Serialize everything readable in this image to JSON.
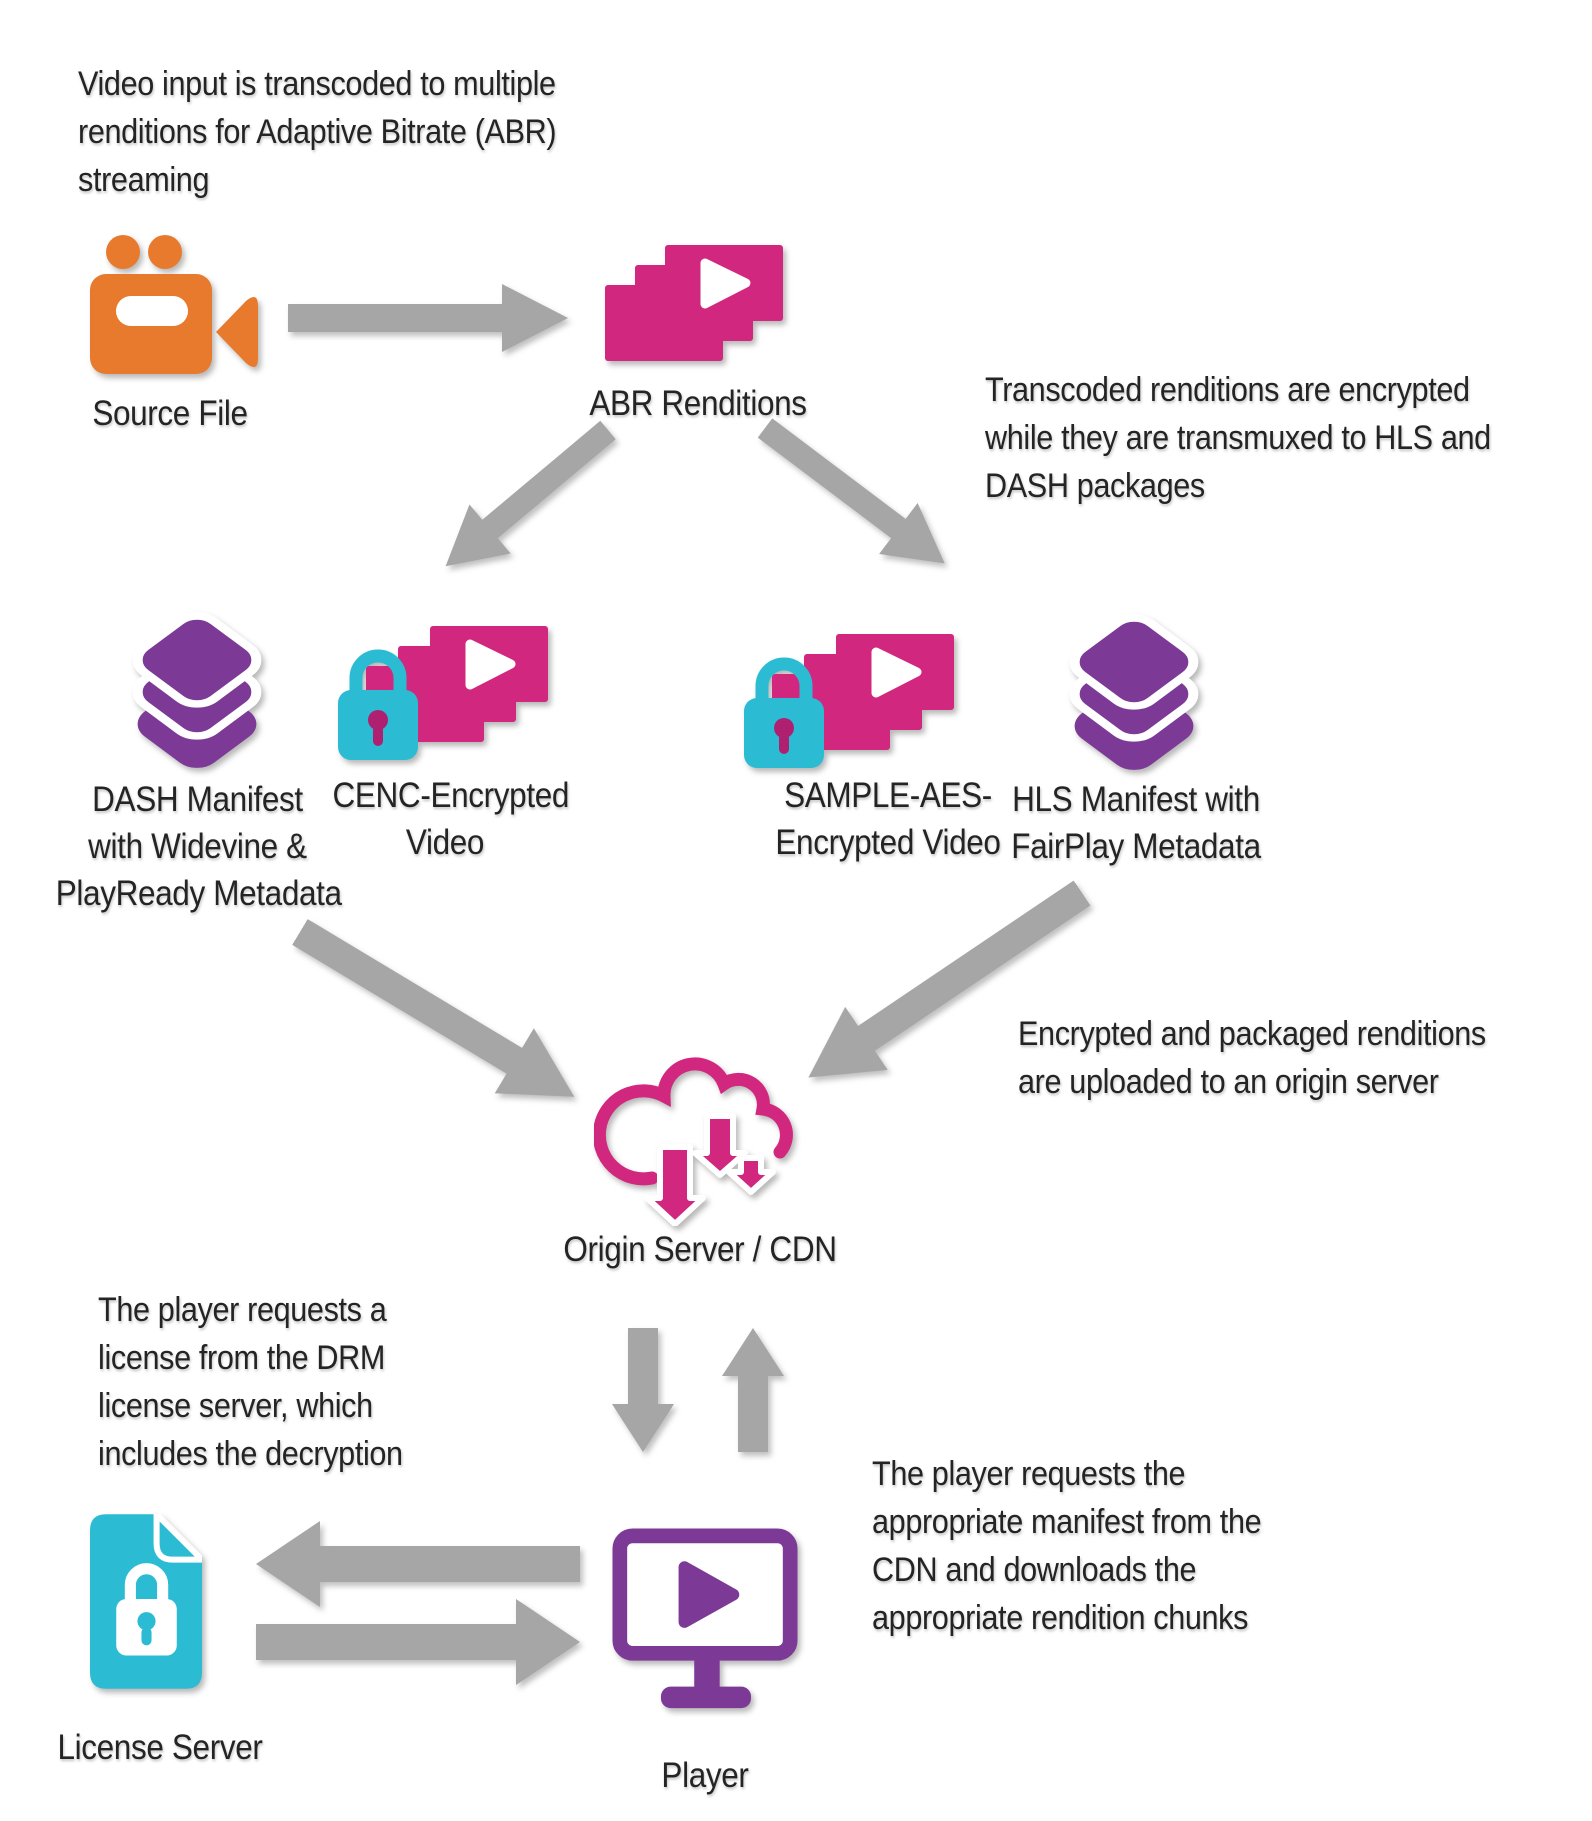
{
  "title": "DRM adaptive-bitrate streaming workflow diagram",
  "colors": {
    "pink": "#D2277E",
    "purple": "#7C3A96",
    "cyan": "#2BBCD4",
    "orange": "#E87A2E",
    "arrow_gray": "#A6A6A6",
    "text": "#242424"
  },
  "nodes": {
    "source_file": {
      "icon": "video-camera-icon",
      "label": "Source File"
    },
    "abr_renditions": {
      "icon": "video-stack-icon",
      "label": "ABR Renditions"
    },
    "dash_manifest": {
      "icon": "layers-stack-icon",
      "lines": [
        "DASH Manifest",
        "with Widevine &",
        "PlayReady Metadata"
      ]
    },
    "cenc_video": {
      "icon": "locked-video-stack-icon",
      "lines": [
        "CENC-Encrypted",
        "Video"
      ]
    },
    "sample_aes_video": {
      "icon": "locked-video-stack-icon",
      "lines": [
        "SAMPLE-AES-",
        "Encrypted Video"
      ]
    },
    "hls_manifest": {
      "icon": "layers-stack-icon",
      "lines": [
        "HLS Manifest with",
        "FairPlay Metadata"
      ]
    },
    "origin_server": {
      "icon": "cloud-download-icon",
      "label": "Origin Server / CDN"
    },
    "license_server": {
      "icon": "locked-document-icon",
      "label": "License Server"
    },
    "player": {
      "icon": "monitor-play-icon",
      "label": "Player"
    }
  },
  "annotations": {
    "transcode": {
      "lines": [
        "Video input is transcoded to multiple",
        "renditions for Adaptive Bitrate (ABR)",
        "streaming"
      ]
    },
    "encrypt": {
      "lines": [
        "Transcoded renditions are encrypted",
        "while they are transmuxed to HLS and",
        "DASH packages"
      ]
    },
    "upload": {
      "lines": [
        "Encrypted and packaged renditions",
        "are uploaded to an origin server"
      ]
    },
    "license": {
      "lines": [
        "The player requests a",
        "license from the DRM",
        "license server, which",
        "includes the decryption"
      ]
    },
    "manifest": {
      "lines": [
        "The player requests the",
        "appropriate manifest from the",
        "CDN and downloads the",
        "appropriate rendition chunks"
      ]
    }
  },
  "connections": [
    "source-file -> abr-renditions",
    "abr-renditions -> cenc-encrypted-video",
    "abr-renditions -> sample-aes-encrypted-video",
    "dash-manifest -> origin-server-cdn",
    "hls-manifest -> origin-server-cdn",
    "origin-server-cdn -> player",
    "player -> origin-server-cdn",
    "player -> license-server",
    "license-server -> player"
  ]
}
